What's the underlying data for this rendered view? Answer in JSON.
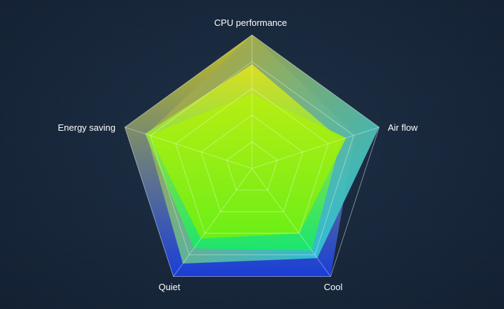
{
  "chart_data": {
    "type": "radar",
    "axes": [
      "CPU performance",
      "Air flow",
      "Cool",
      "Quiet",
      "Energy saving"
    ],
    "range": [
      0,
      10
    ],
    "grid_levels": 5,
    "grid": true,
    "legend": "none",
    "series": [
      {
        "values": [
          10,
          8.1,
          10,
          10,
          10
        ],
        "color_start": "#c8c820",
        "color_end": "#1a3fe0"
      },
      {
        "values": [
          10,
          10,
          8.3,
          8.8,
          8.3
        ],
        "color_start": "#c8a020",
        "color_end": "#18c8f0"
      },
      {
        "values": [
          7.8,
          7.0,
          7.6,
          7.4,
          8.4
        ],
        "color_start": "#e0e020",
        "color_end": "#18e86a"
      },
      {
        "values": [
          5.6,
          7.4,
          6.0,
          6.5,
          8.1
        ],
        "color_start": "#b8ee10",
        "color_end": "#70f010"
      }
    ],
    "colors": {
      "background": "#17263a",
      "grid_line": "#ffffff",
      "label": "#ffffff"
    }
  }
}
